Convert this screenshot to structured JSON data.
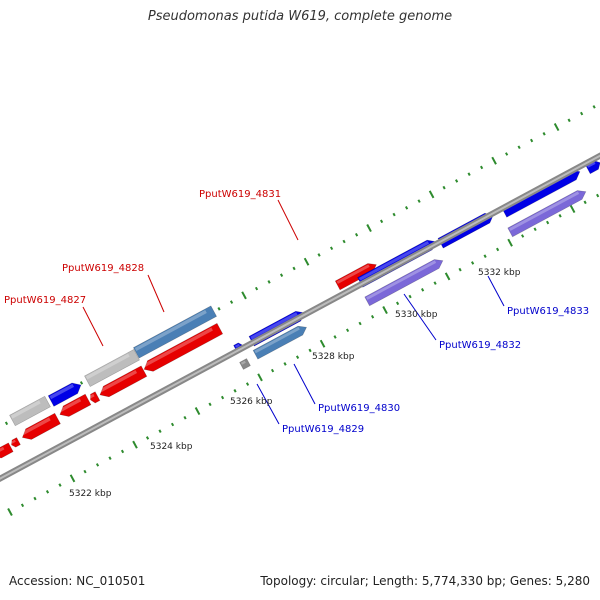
{
  "title": "Pseudomonas putida W619, complete genome",
  "footer": {
    "accession": "Accession: NC_010501",
    "summary": "Topology: circular; Length: 5,774,330 bp; Genes: 5,280"
  },
  "colors": {
    "background": "#ffffff",
    "backbone": "#888888",
    "tick": "#2e8b2e",
    "cds_forward": "#0000e6",
    "cds_reverse": "#e60000",
    "pseudo": "#bdbdbd",
    "steel": "#4a7fb5",
    "lavender": "#7b68d8",
    "label_forward": "#0000cc",
    "label_reverse": "#cc0000",
    "text": "#222222"
  },
  "position_labels": [
    "5322 kbp",
    "5324 kbp",
    "5326 kbp",
    "5328 kbp",
    "5330 kbp",
    "5332 kbp"
  ],
  "gene_labels": [
    {
      "name": "PputW619_4827",
      "strand": "reverse"
    },
    {
      "name": "PputW619_4828",
      "strand": "reverse"
    },
    {
      "name": "PputW619_4829",
      "strand": "forward"
    },
    {
      "name": "PputW619_4830",
      "strand": "forward"
    },
    {
      "name": "PputW619_4831",
      "strand": "reverse"
    },
    {
      "name": "PputW619_4832",
      "strand": "forward"
    },
    {
      "name": "PputW619_4833",
      "strand": "forward"
    }
  ]
}
